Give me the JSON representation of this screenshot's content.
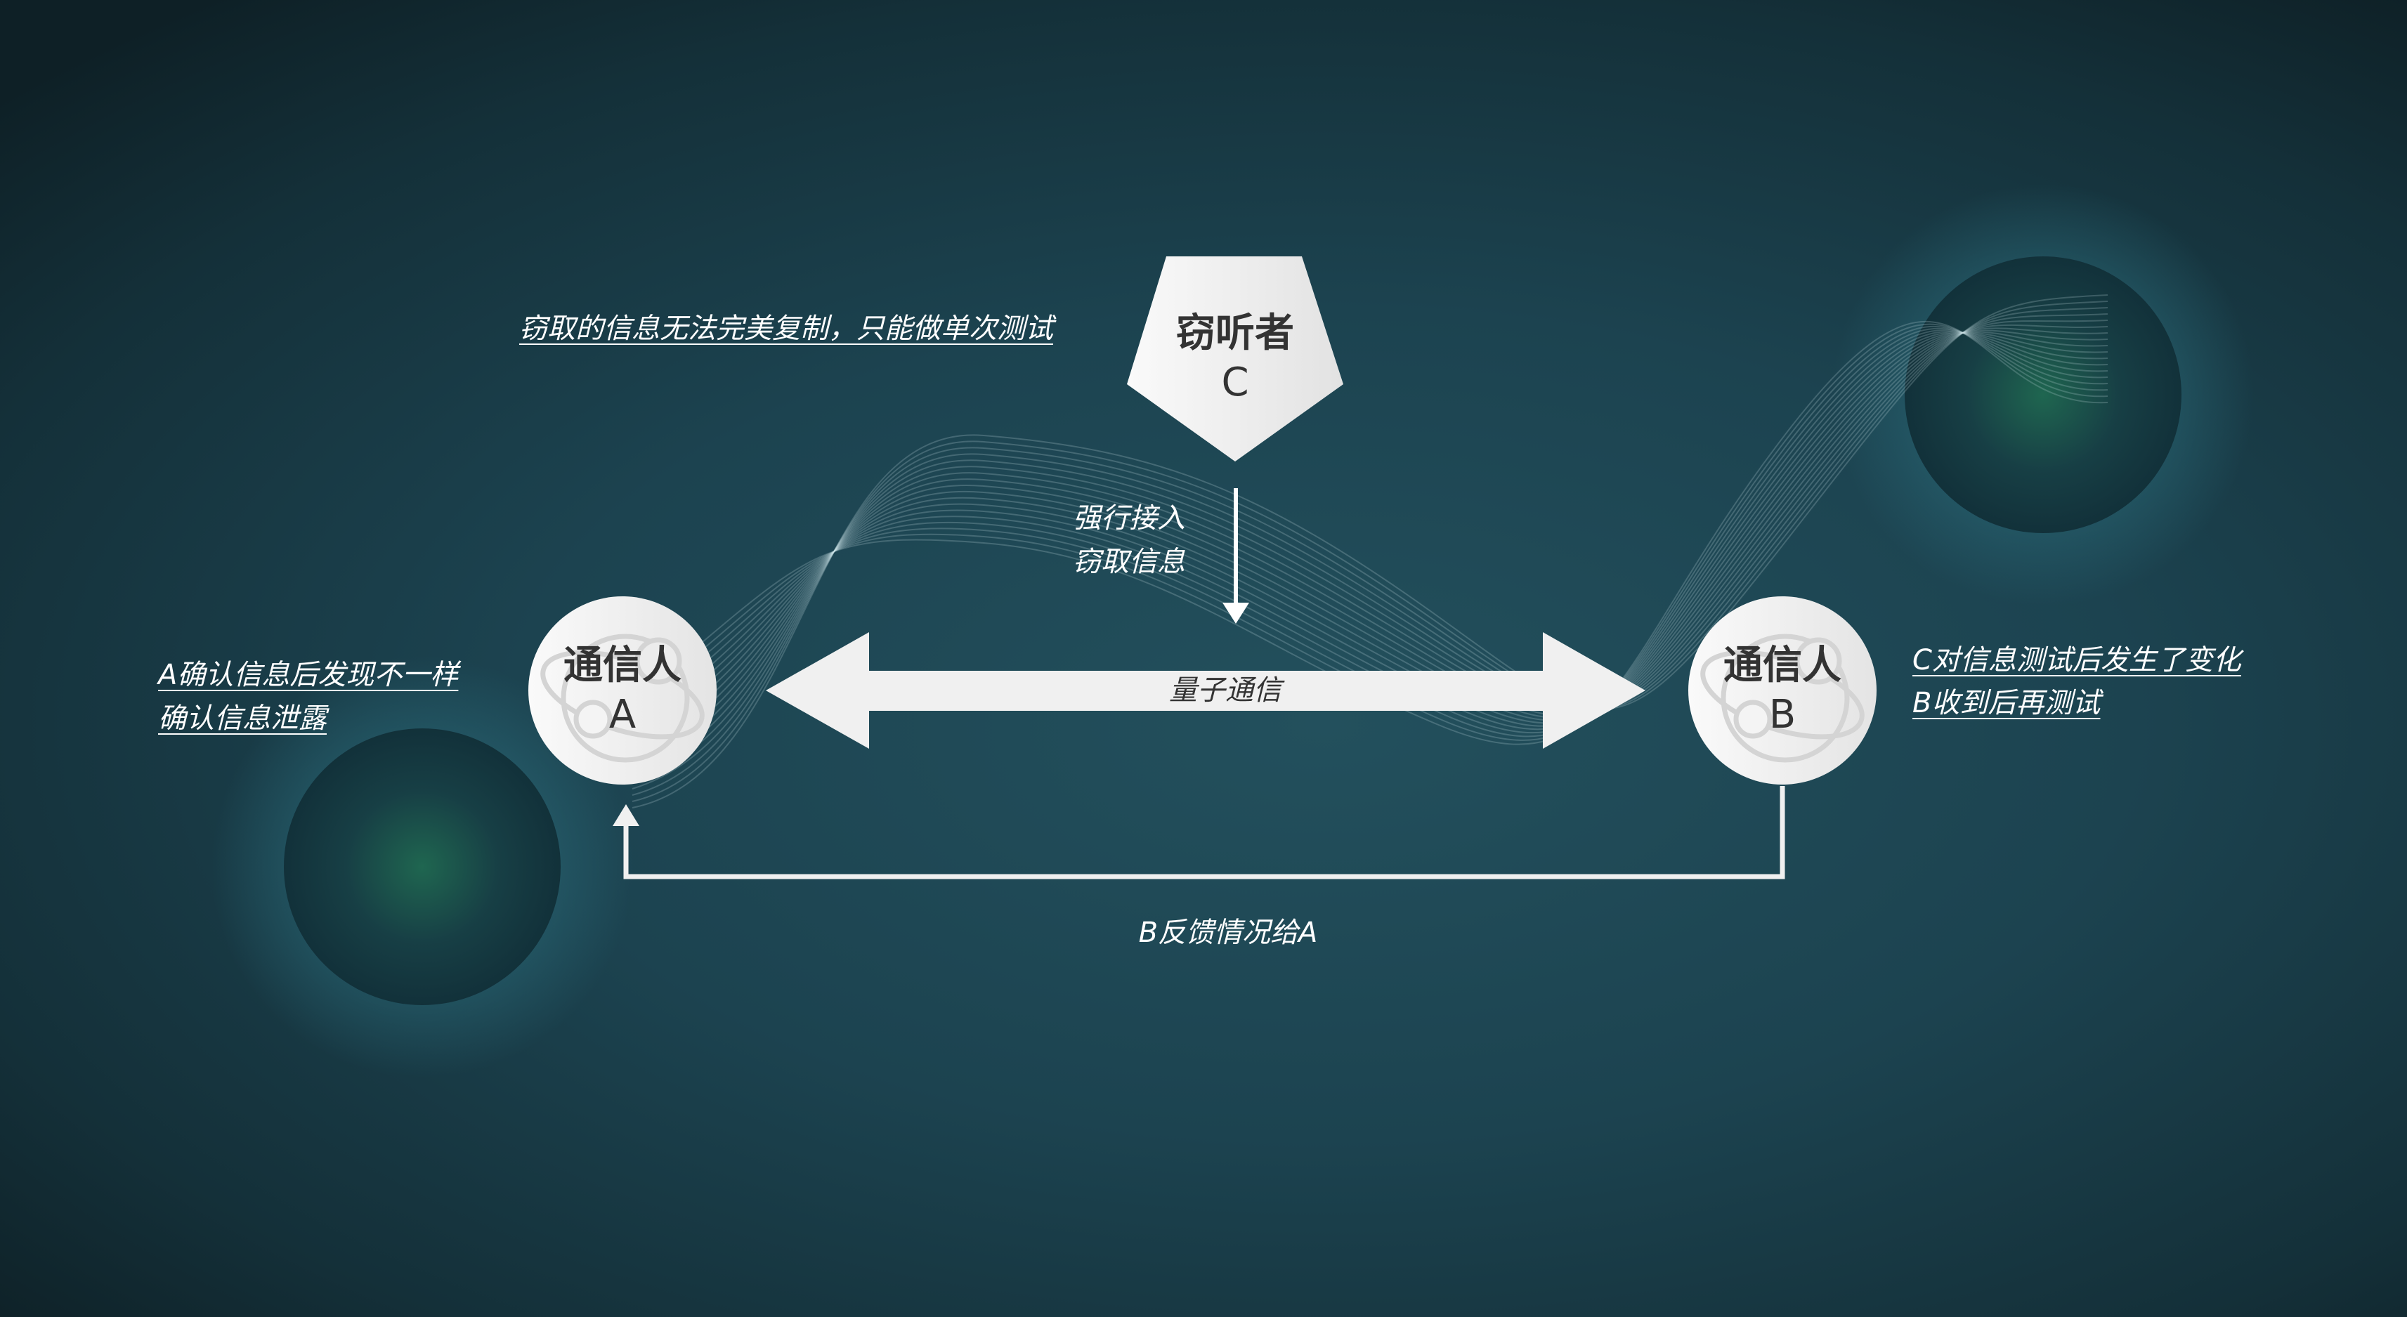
{
  "eavesdropper": {
    "title": "窃听者",
    "letter": "C"
  },
  "node_a": {
    "title": "通信人",
    "letter": "A"
  },
  "node_b": {
    "title": "通信人",
    "letter": "B"
  },
  "channel_label": "量子通信",
  "intrusion_label": [
    "强行接入",
    "窃取信息"
  ],
  "feedback_label": "B反馈情况给A",
  "notes": {
    "eavesdropper": "窃取的信息无法完美复制，只能做单次测试",
    "a": [
      "A确认信息后发现不一样",
      "确认信息泄露"
    ],
    "b": [
      "C对信息测试后发生了变化",
      "B收到后再测试"
    ]
  },
  "colors": {
    "background": "#1e4652",
    "shape": "#f2f2f2",
    "text_dark": "#333333"
  }
}
